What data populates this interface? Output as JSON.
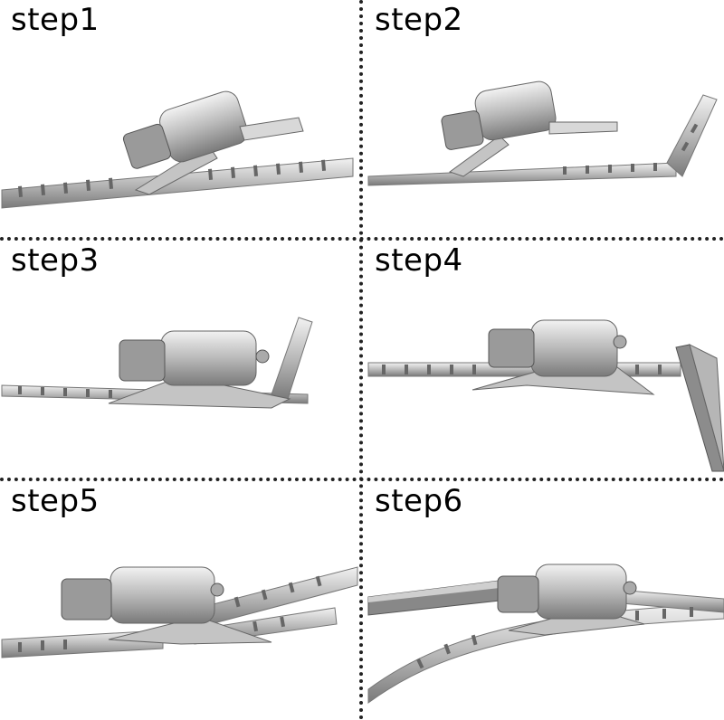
{
  "steps": [
    {
      "label": "step1"
    },
    {
      "label": "step2"
    },
    {
      "label": "step3"
    },
    {
      "label": "step4"
    },
    {
      "label": "step5"
    },
    {
      "label": "step6"
    }
  ],
  "colors": {
    "metal_light": "#e6e6e6",
    "metal_mid": "#b8b8b8",
    "metal_dark": "#6e6e6e",
    "divider": "#222222"
  }
}
